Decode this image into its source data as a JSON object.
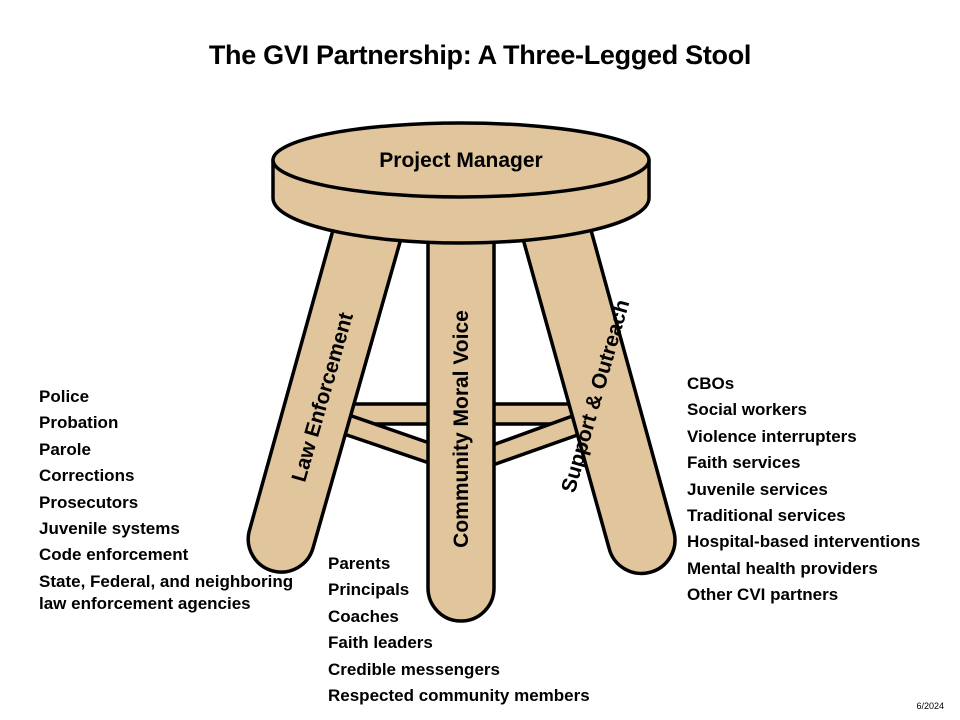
{
  "title": "The GVI Partnership: A Three-Legged Stool",
  "seat": {
    "label": "Project Manager"
  },
  "legs": {
    "law_enforcement": "Law Enforcement",
    "community": "Community Moral Voice",
    "support": "Support & Outreach"
  },
  "lists": {
    "law_enforcement": [
      "Police",
      "Probation",
      "Parole",
      "Corrections",
      "Prosecutors",
      "Juvenile systems",
      "Code enforcement",
      "State, Federal, and neighboring law enforcement agencies"
    ],
    "community": [
      "Parents",
      "Principals",
      "Coaches",
      "Faith leaders",
      "Credible messengers",
      "Respected community members"
    ],
    "support": [
      "CBOs",
      "Social workers",
      "Violence interrupters",
      "Faith services",
      "Juvenile services",
      "Traditional services",
      "Hospital-based interventions",
      "Mental health providers",
      "Other CVI partners"
    ]
  },
  "footnote": "6/2024",
  "colors": {
    "wood": "#E1C59C",
    "outline": "#000000"
  }
}
